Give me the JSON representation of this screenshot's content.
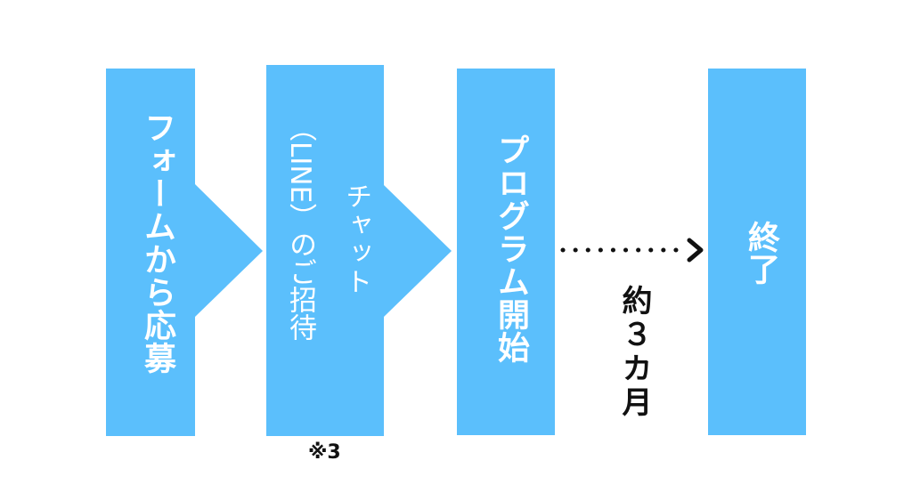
{
  "steps": [
    {
      "label": "フォームから応募"
    },
    {
      "label_line1": "チャット",
      "label_line2": "（LINE）のご招待",
      "note": "※3"
    },
    {
      "label": "プログラム開始"
    },
    {
      "label": "終了"
    }
  ],
  "duration_label": "約３カ月",
  "colors": {
    "box": "#5bbffc",
    "box_text": "#ffffff",
    "dark_text": "#111111"
  }
}
